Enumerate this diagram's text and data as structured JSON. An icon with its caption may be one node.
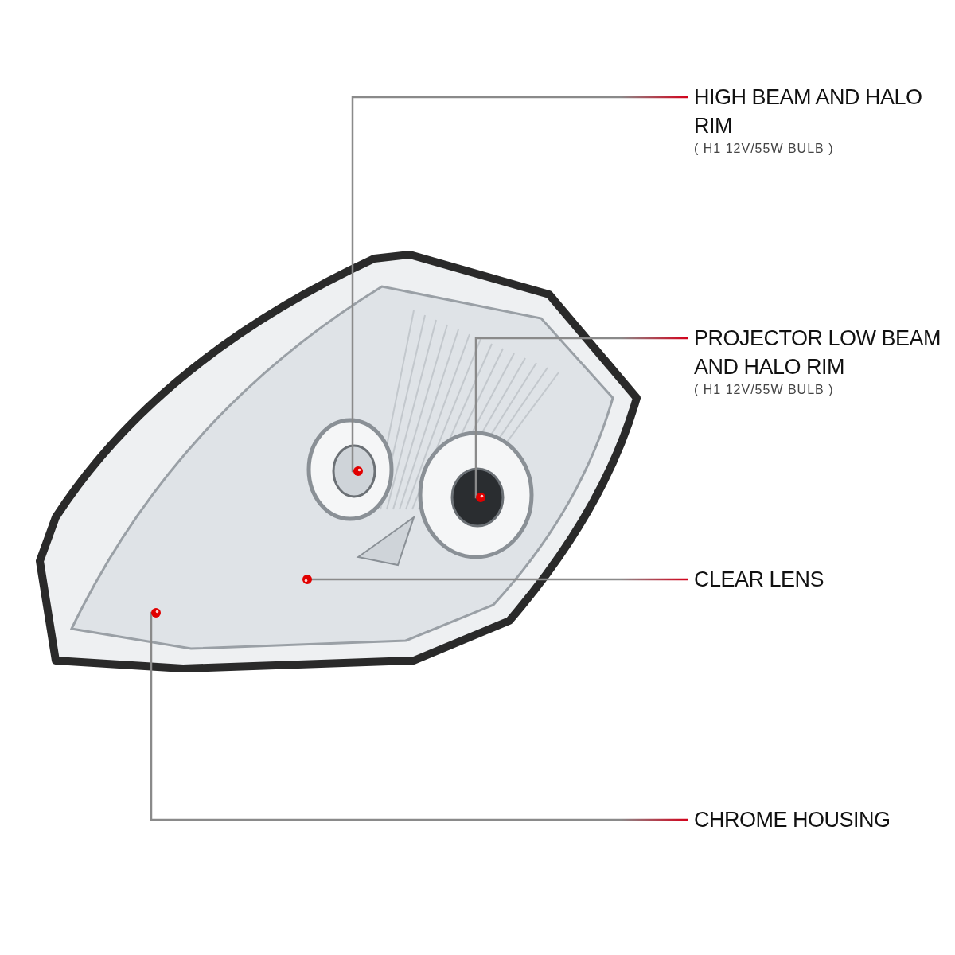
{
  "diagram": {
    "nodes": [
      {
        "text": [
          "HIGH BEAM AND HALO RIM",
          "( H1 12V/55W BULB )"
        ]
      },
      {
        "text": [
          "PROJECTOR LOW BEAM AND HALO RIM",
          "( H1 12V/55W BULB )"
        ]
      },
      {
        "text": [
          "CLEAR LENS"
        ]
      },
      {
        "text": [
          "CHROME HOUSING"
        ]
      }
    ],
    "edges": [
      {
        "from": 0,
        "to": null,
        "arrow": "other"
      },
      {
        "from": 1,
        "to": null,
        "arrow": "other"
      },
      {
        "from": 2,
        "to": null,
        "arrow": "other"
      },
      {
        "from": 3,
        "to": null,
        "arrow": "other"
      }
    ]
  }
}
